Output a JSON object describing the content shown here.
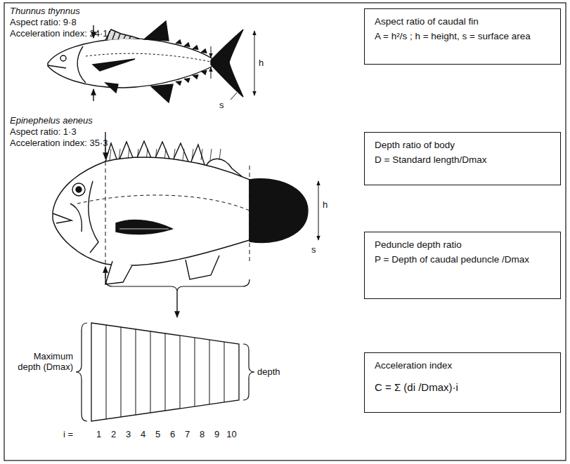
{
  "diagram": {
    "nodes": [
      {
        "text": [
          "Aspect ratio of caudal fin",
          "A = h²/s ; h = height, s = surface area"
        ]
      },
      {
        "text": [
          "Depth ratio of body",
          "D = Standard length/Dmax"
        ]
      },
      {
        "text": [
          "Peduncle depth ratio",
          "P = Depth of caudal peduncle /Dmax"
        ]
      },
      {
        "text": [
          "Acceleration index",
          "C = Σ (di /Dmax)·i"
        ]
      }
    ],
    "labels": [
      "Thunnus thynnus",
      "Aspect ratio: 9·8",
      "Acceleration index: 24·1",
      "h",
      "s",
      "Epinephelus aeneus",
      "Aspect ratio: 1·3",
      "Acceleration index: 35·3",
      "h",
      "s",
      "Maximum depth (Dmax)",
      "depth",
      "i =",
      "1",
      "2",
      "3",
      "4",
      "5",
      "6",
      "7",
      "8",
      "9",
      "10",
      "10",
      "i=1"
    ]
  }
}
